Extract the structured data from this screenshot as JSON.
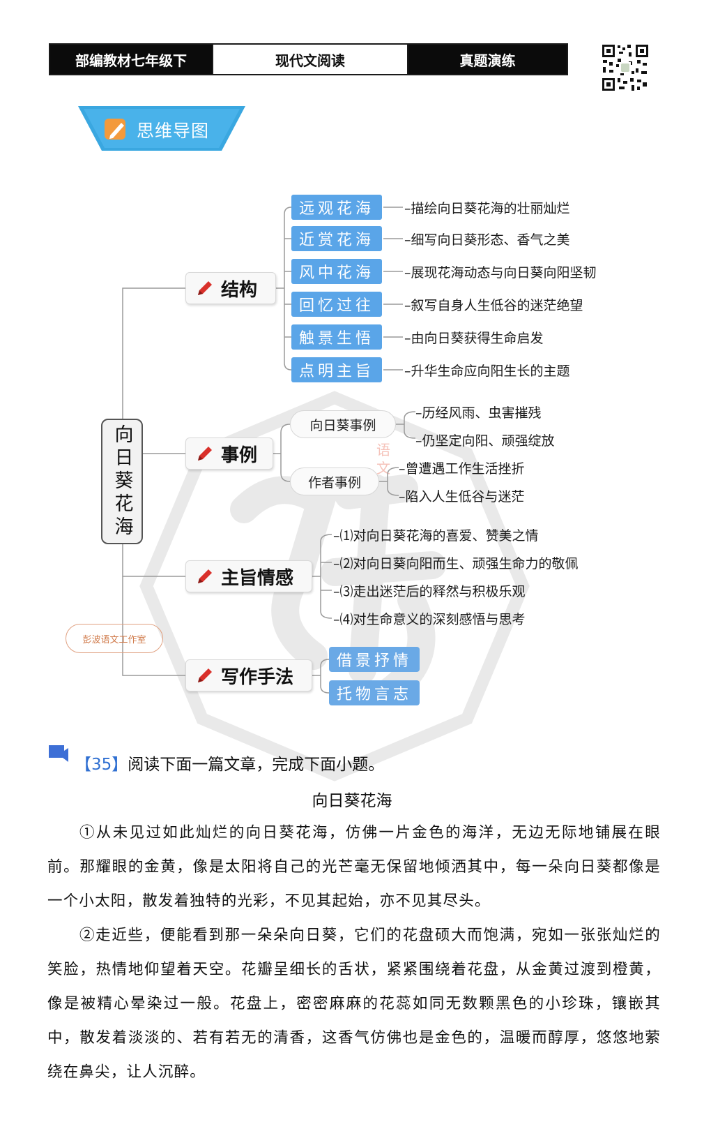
{
  "header": {
    "cell1": "部编教材七年级下",
    "cell2": "现代文阅读",
    "cell3": "真题演练"
  },
  "banner": {
    "label": "思维导图",
    "color": "#3aa7e0"
  },
  "mindmap": {
    "center": "向日葵花海",
    "stamp": "彭波语文工作室",
    "watermark_side": "语文",
    "branches": {
      "structure": {
        "label": "结构",
        "items": [
          {
            "box": "远观花海",
            "desc": "–描绘向日葵花海的壮丽灿烂"
          },
          {
            "box": "近赏花海",
            "desc": "–细写向日葵形态、香气之美"
          },
          {
            "box": "风中花海",
            "desc": "–展现花海动态与向日葵向阳坚韧"
          },
          {
            "box": "回忆过往",
            "desc": "–叙写自身人生低谷的迷茫绝望"
          },
          {
            "box": "触景生悟",
            "desc": "–由向日葵获得生命启发"
          },
          {
            "box": "点明主旨",
            "desc": "–升华生命应向阳生长的主题"
          }
        ]
      },
      "examples": {
        "label": "事例",
        "subs": [
          {
            "label": "向日葵事例",
            "leaves": [
              "–历经风雨、虫害摧残",
              "–仍坚定向阳、顽强绽放"
            ]
          },
          {
            "label": "作者事例",
            "leaves": [
              "–曾遭遇工作生活挫折",
              "–陷入人生低谷与迷茫"
            ]
          }
        ]
      },
      "theme": {
        "label": "主旨情感",
        "leaves": [
          "–⑴对向日葵花海的喜爱、赞美之情",
          "–⑵对向日葵向阳而生、顽强生命力的敬佩",
          "–⑶走出迷茫后的释然与积极乐观",
          "–⑷对生命意义的深刻感悟与思考"
        ]
      },
      "writing": {
        "label": "写作手法",
        "items": [
          "借景抒情",
          "托物言志"
        ]
      }
    }
  },
  "question": {
    "number": "【35】",
    "prompt": "阅读下面一篇文章，完成下面小题。",
    "title": "向日葵花海",
    "paragraphs": [
      "①从未见过如此灿烂的向日葵花海，仿佛一片金色的海洋，无边无际地铺展在眼前。那耀眼的金黄，像是太阳将自己的光芒毫无保留地倾洒其中，每一朵向日葵都像是一个小太阳，散发着独特的光彩，不见其起始，亦不见其尽头。",
      "②走近些，便能看到那一朵朵向日葵，它们的花盘硕大而饱满，宛如一张张灿烂的笑脸，热情地仰望着天空。花瓣呈细长的舌状，紧紧围绕着花盘，从金黄过渡到橙黄，像是被精心晕染过一般。花盘上，密密麻麻的花蕊如同无数颗黑色的小珍珠，镶嵌其中，散发着淡淡的、若有若无的清香，这香气仿佛也是金色的，温暖而醇厚，悠悠地萦绕在鼻尖，让人沉醉。"
    ]
  },
  "colors": {
    "accent_blue": "#5aa5e8",
    "pencil_red": "#d9302a",
    "number_blue": "#2f6fd1"
  }
}
